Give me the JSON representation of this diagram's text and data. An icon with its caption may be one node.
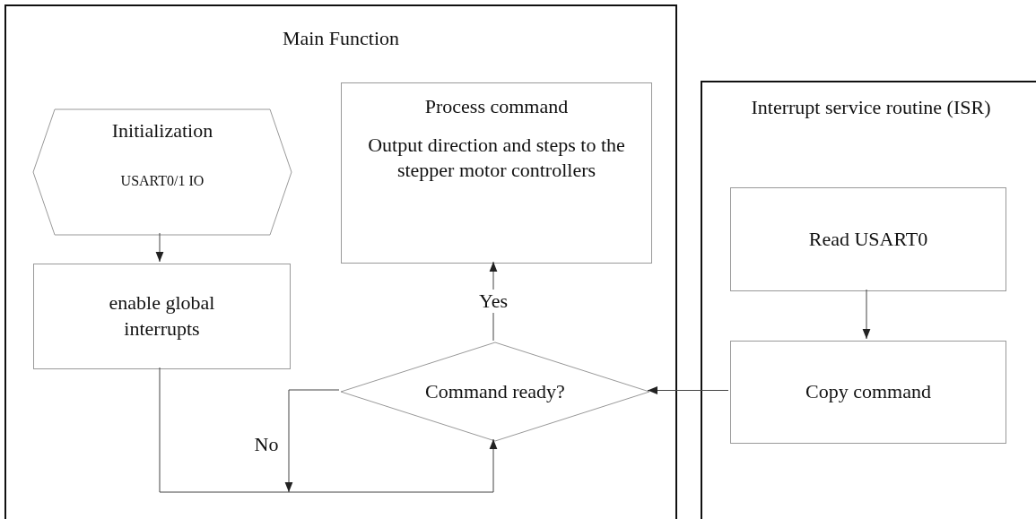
{
  "diagram": {
    "nodes": [
      {
        "text": [
          "Main Function"
        ]
      },
      {
        "text": [
          "Initialization",
          "USART0/1 IO"
        ],
        "in": 0
      },
      {
        "text": [
          "enable global interrupts"
        ],
        "in": 0
      },
      {
        "text": [
          "Process command",
          "Output direction and steps to the stepper motor controllers"
        ],
        "in": 0
      },
      {
        "text": [
          "Command ready?"
        ],
        "in": 0
      },
      {
        "text": [
          "Interrupt service routine (ISR)"
        ]
      },
      {
        "text": [
          "Read USART0"
        ],
        "in": 5
      },
      {
        "text": [
          "Copy command"
        ],
        "in": 5
      }
    ],
    "edges": [
      {
        "from": 1,
        "to": 2,
        "arrow": "to"
      },
      {
        "from": 4,
        "to": 3,
        "arrow": "to",
        "label": "Yes"
      },
      {
        "from": 6,
        "to": 7,
        "arrow": "to"
      },
      {
        "from": 7,
        "to": 4,
        "arrow": "to"
      },
      {
        "from": 2,
        "to": 4,
        "arrow": "to"
      },
      {
        "from": 4,
        "to": null,
        "arrow": "to",
        "label": "No"
      }
    ]
  }
}
